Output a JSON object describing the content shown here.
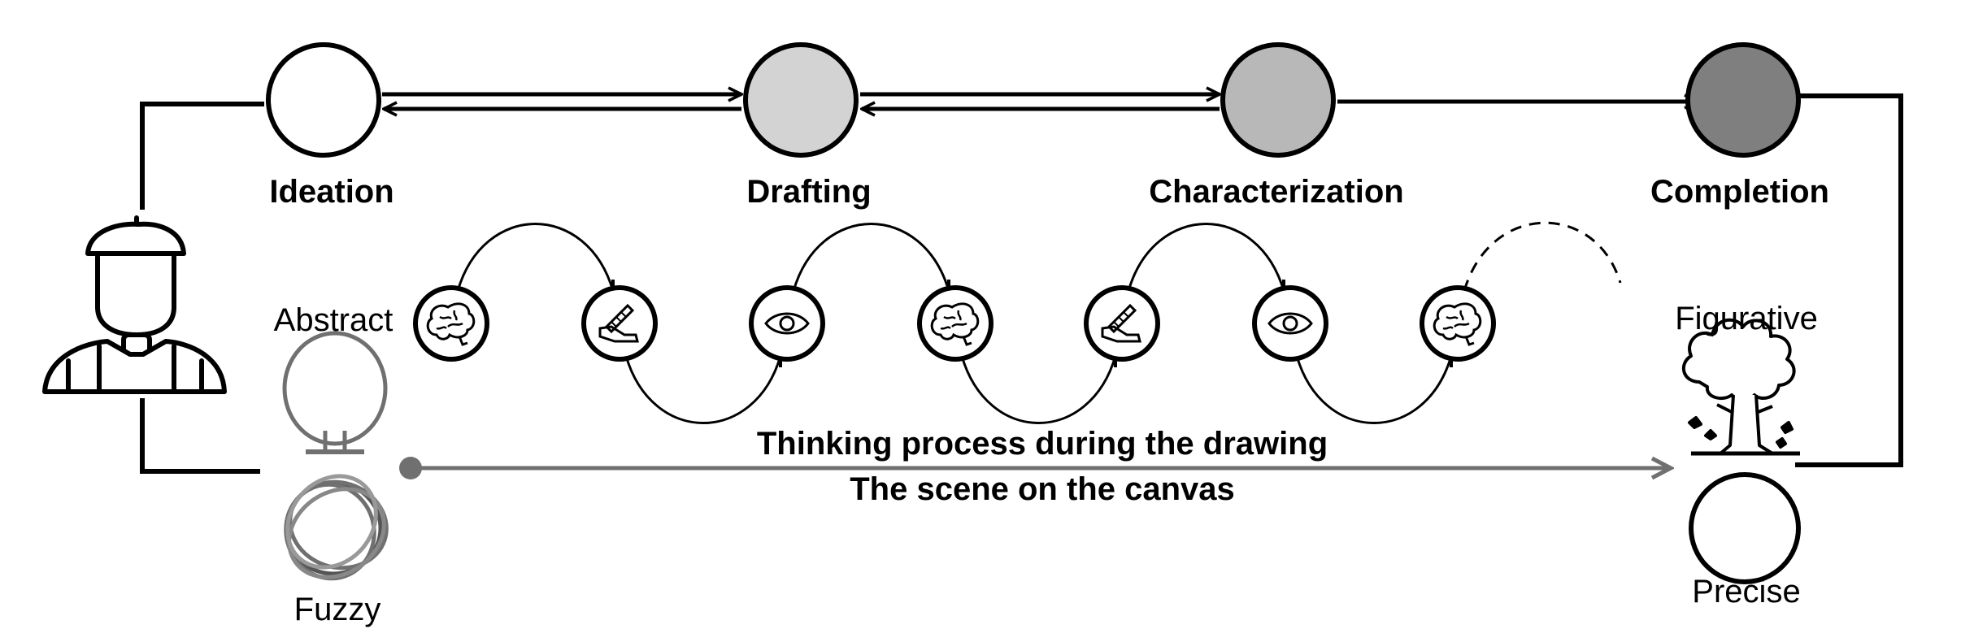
{
  "stages": [
    {
      "label": "Ideation",
      "fill": "#ffffff"
    },
    {
      "label": "Drafting",
      "fill": "#d3d3d3"
    },
    {
      "label": "Characterization",
      "fill": "#b8b8b8"
    },
    {
      "label": "Completion",
      "fill": "#7f7f7f"
    }
  ],
  "left_labels": {
    "top": "Abstract",
    "bottom": "Fuzzy"
  },
  "right_labels": {
    "top": "Figurative",
    "bottom": "Precise"
  },
  "process": {
    "line1": "Thinking process during the drawing",
    "line2": "The scene on the canvas"
  },
  "cycle_icons": [
    "brain-icon",
    "hand-pencil-icon",
    "eye-icon",
    "brain-icon",
    "hand-pencil-icon",
    "eye-icon",
    "brain-icon"
  ],
  "colors": {
    "stroke": "#000000",
    "gray_stroke": "#707070"
  }
}
